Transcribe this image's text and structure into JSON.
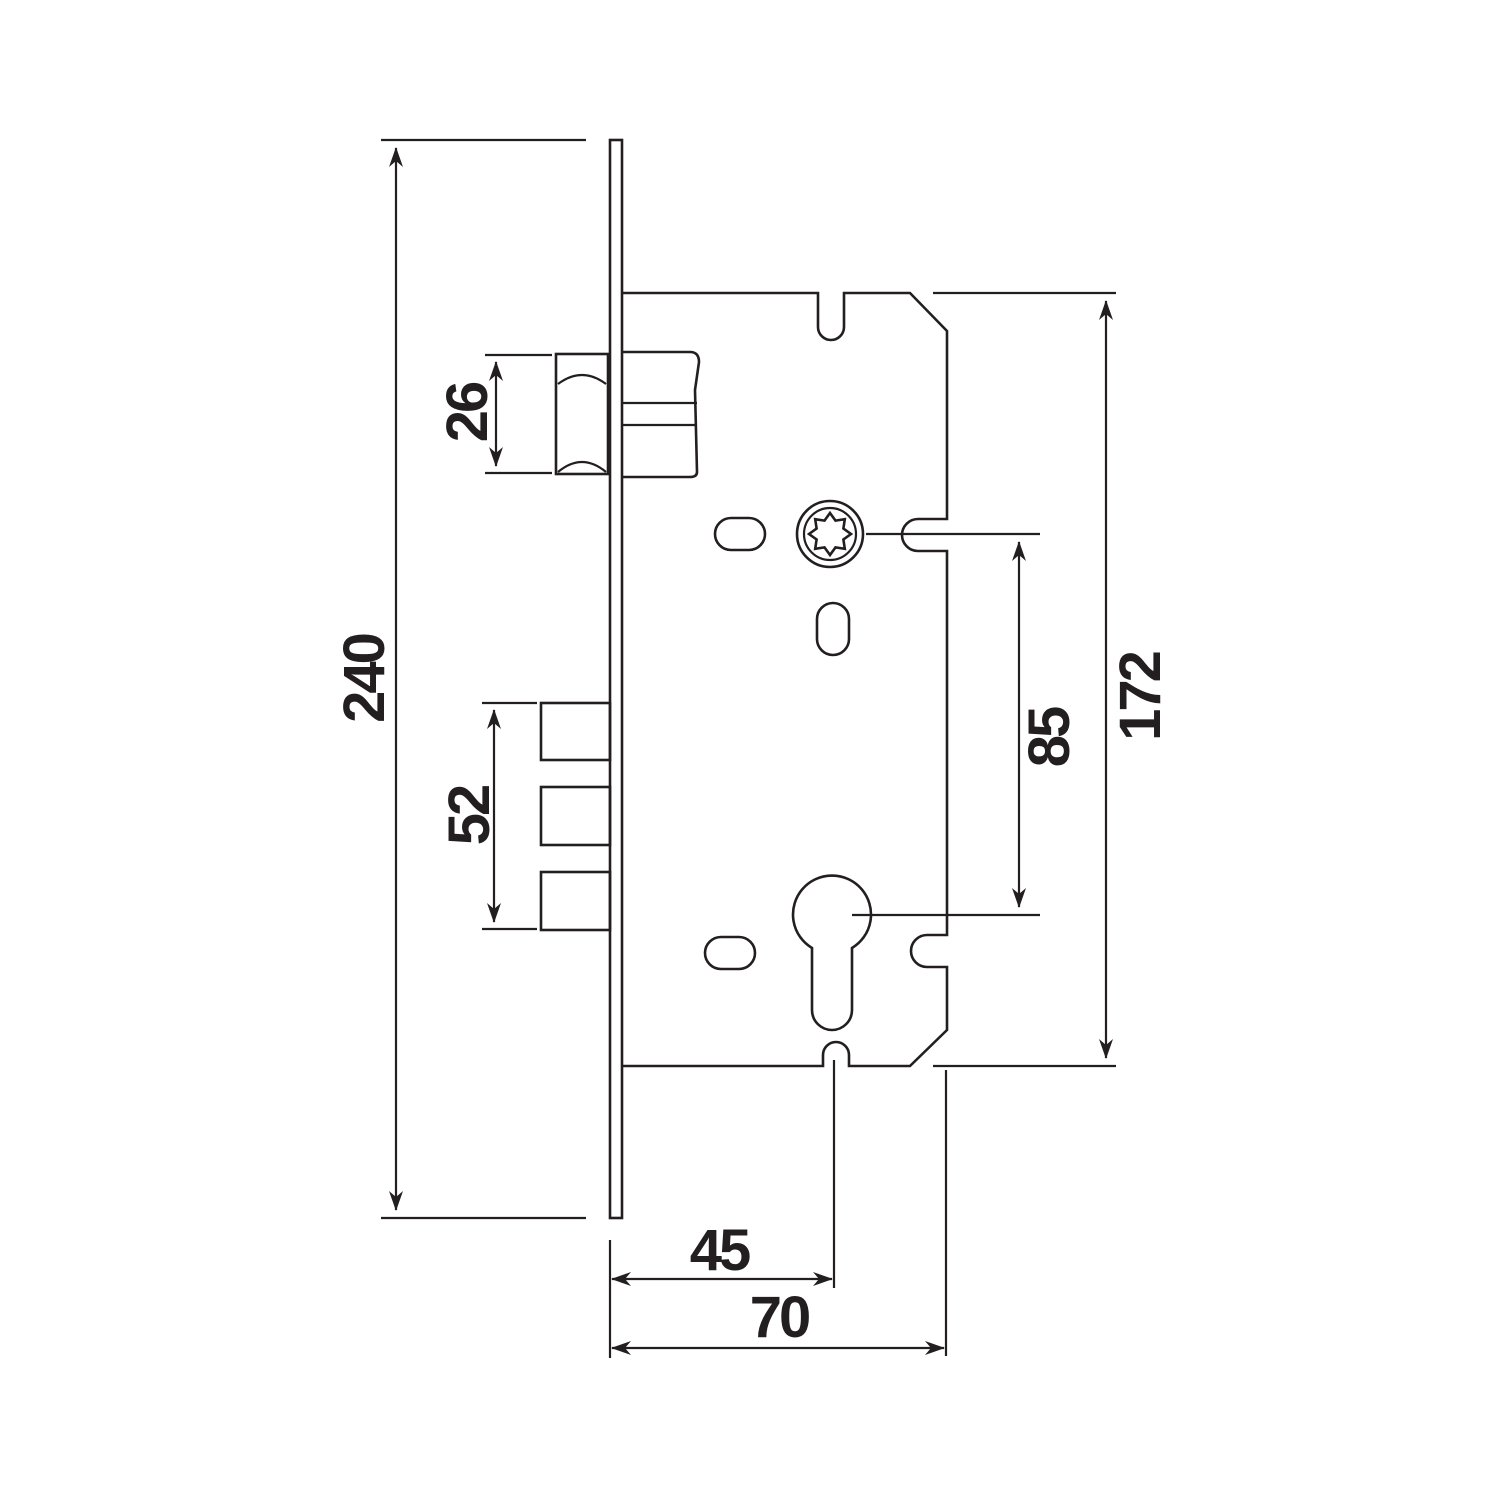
{
  "dimensions": {
    "faceplate_length": "240",
    "case_height": "172",
    "handle_to_cylinder": "85",
    "latch_height": "26",
    "deadbolt_height": "52",
    "backset": "45",
    "case_depth": "70"
  },
  "colors": {
    "line": "#231f20",
    "background": "#ffffff"
  }
}
